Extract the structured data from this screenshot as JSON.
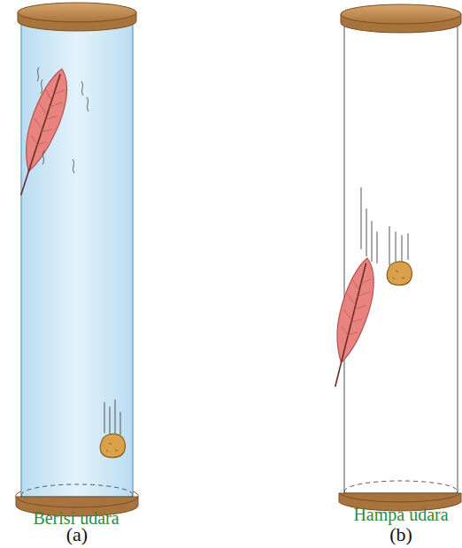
{
  "diagram": {
    "labels": [
      "Berisi udara",
      "(a)",
      "Hampa udara",
      "(b)"
    ]
  }
}
